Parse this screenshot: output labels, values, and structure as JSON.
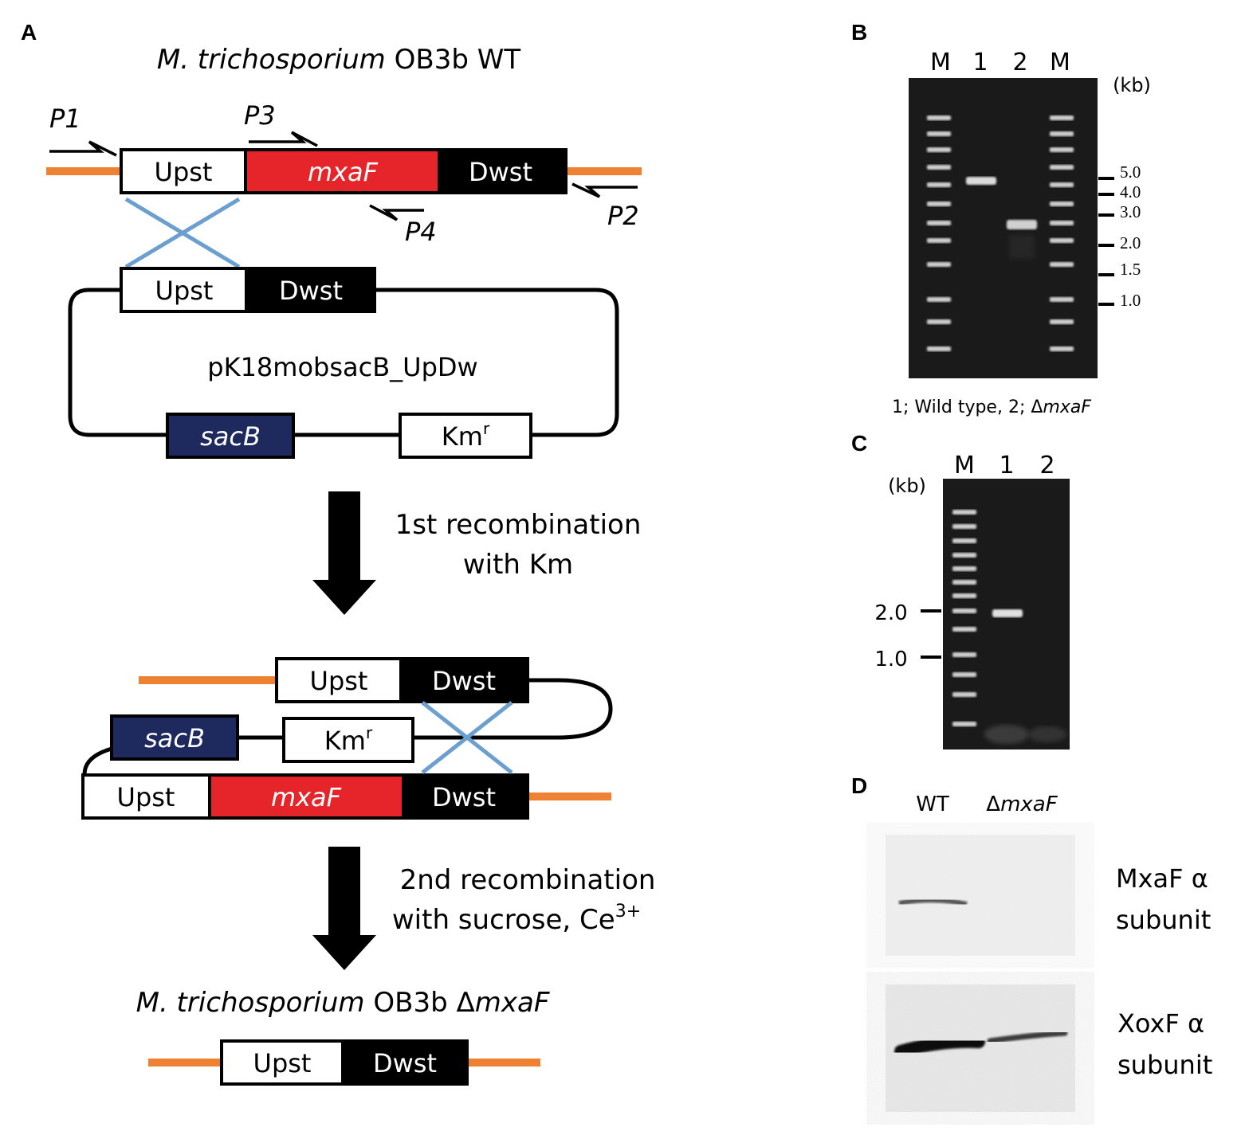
{
  "colors": {
    "flank": "#ef8133",
    "mxaF": "#e6252b",
    "sacB": "#1e2a5e",
    "crossover": "#6a9fd0",
    "gel": "#1a1a1a",
    "band": "#d8d8d8"
  },
  "panels": {
    "A": "A",
    "B": "B",
    "C": "C",
    "D": "D"
  },
  "panel_a": {
    "wt_title_italic": "M. trichosporium",
    "wt_title_rest": " OB3b WT",
    "primers": {
      "p1": "P1",
      "p2": "P2",
      "p3": "P3",
      "p4": "P4"
    },
    "upst": "Upst",
    "dwst": "Dwst",
    "mxaf": "mxaF",
    "plasmid_name": "pK18mobsacB_UpDw",
    "sacb": "sacB",
    "km": "Km",
    "km_sup": "r",
    "step1_line1": "1st recombination",
    "step1_line2": "with Km",
    "step2_line1": "2nd recombination",
    "step2_line2": "with sucrose, Ce",
    "step2_sup": "3+",
    "mut_title_italic": "M. trichosporium",
    "mut_title_mid": " OB3b Δ",
    "mut_title_gene": "mxaF"
  },
  "panel_b": {
    "lanes": [
      "M",
      "1",
      "2",
      "M"
    ],
    "unit": "(kb)",
    "markers": [
      "5.0",
      "4.0",
      "3.0",
      "2.0",
      "1.5",
      "1.0"
    ],
    "caption_prefix": "1; Wild type, 2; Δ",
    "caption_gene": "mxaF"
  },
  "panel_c": {
    "lanes": [
      "M",
      "1",
      "2"
    ],
    "unit": "(kb)",
    "markers": [
      "2.0",
      "1.0"
    ]
  },
  "panel_d": {
    "col_wt": "WT",
    "col_mut_prefix": "Δ",
    "col_mut_gene": "mxaF",
    "row1_line1": "MxaF α",
    "row1_line2": "subunit",
    "row2_line1": "XoxF α",
    "row2_line2": "subunit"
  }
}
